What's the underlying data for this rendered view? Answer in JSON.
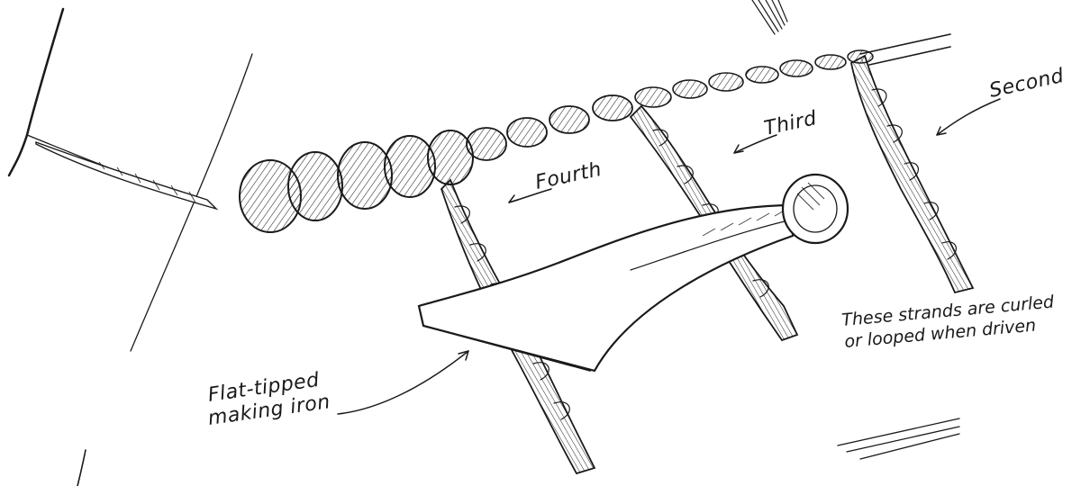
{
  "labels": {
    "second": "Second",
    "third": "Third",
    "fourth": "Fourth",
    "note_line1": "These strands are curled",
    "note_line2": "or looped when driven",
    "iron_line1": "Flat-tipped",
    "iron_line2": "making iron"
  },
  "colors": {
    "ink": "#1a1a1a",
    "paper": "#ffffff"
  }
}
